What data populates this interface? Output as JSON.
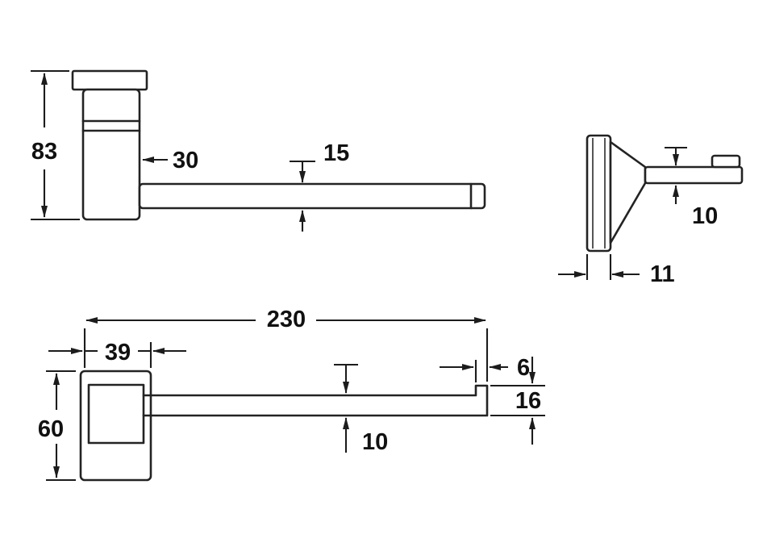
{
  "drawing": {
    "kind": "technical-dimension-drawing",
    "views": [
      "side",
      "end",
      "plan"
    ]
  },
  "dims": {
    "side": {
      "height": "83",
      "bracket_width": "30",
      "rail_thickness": "15"
    },
    "end": {
      "rail_height": "10",
      "plate_depth": "11"
    },
    "plan": {
      "length": "230",
      "plate_width": "39",
      "plate_length": "60",
      "end_return": "6",
      "end_height": "16",
      "rail_width": "10"
    }
  },
  "colors": {
    "background": "#ffffff",
    "line": "#232323",
    "dimension_line": "#1c1c1c",
    "text": "#111111"
  }
}
